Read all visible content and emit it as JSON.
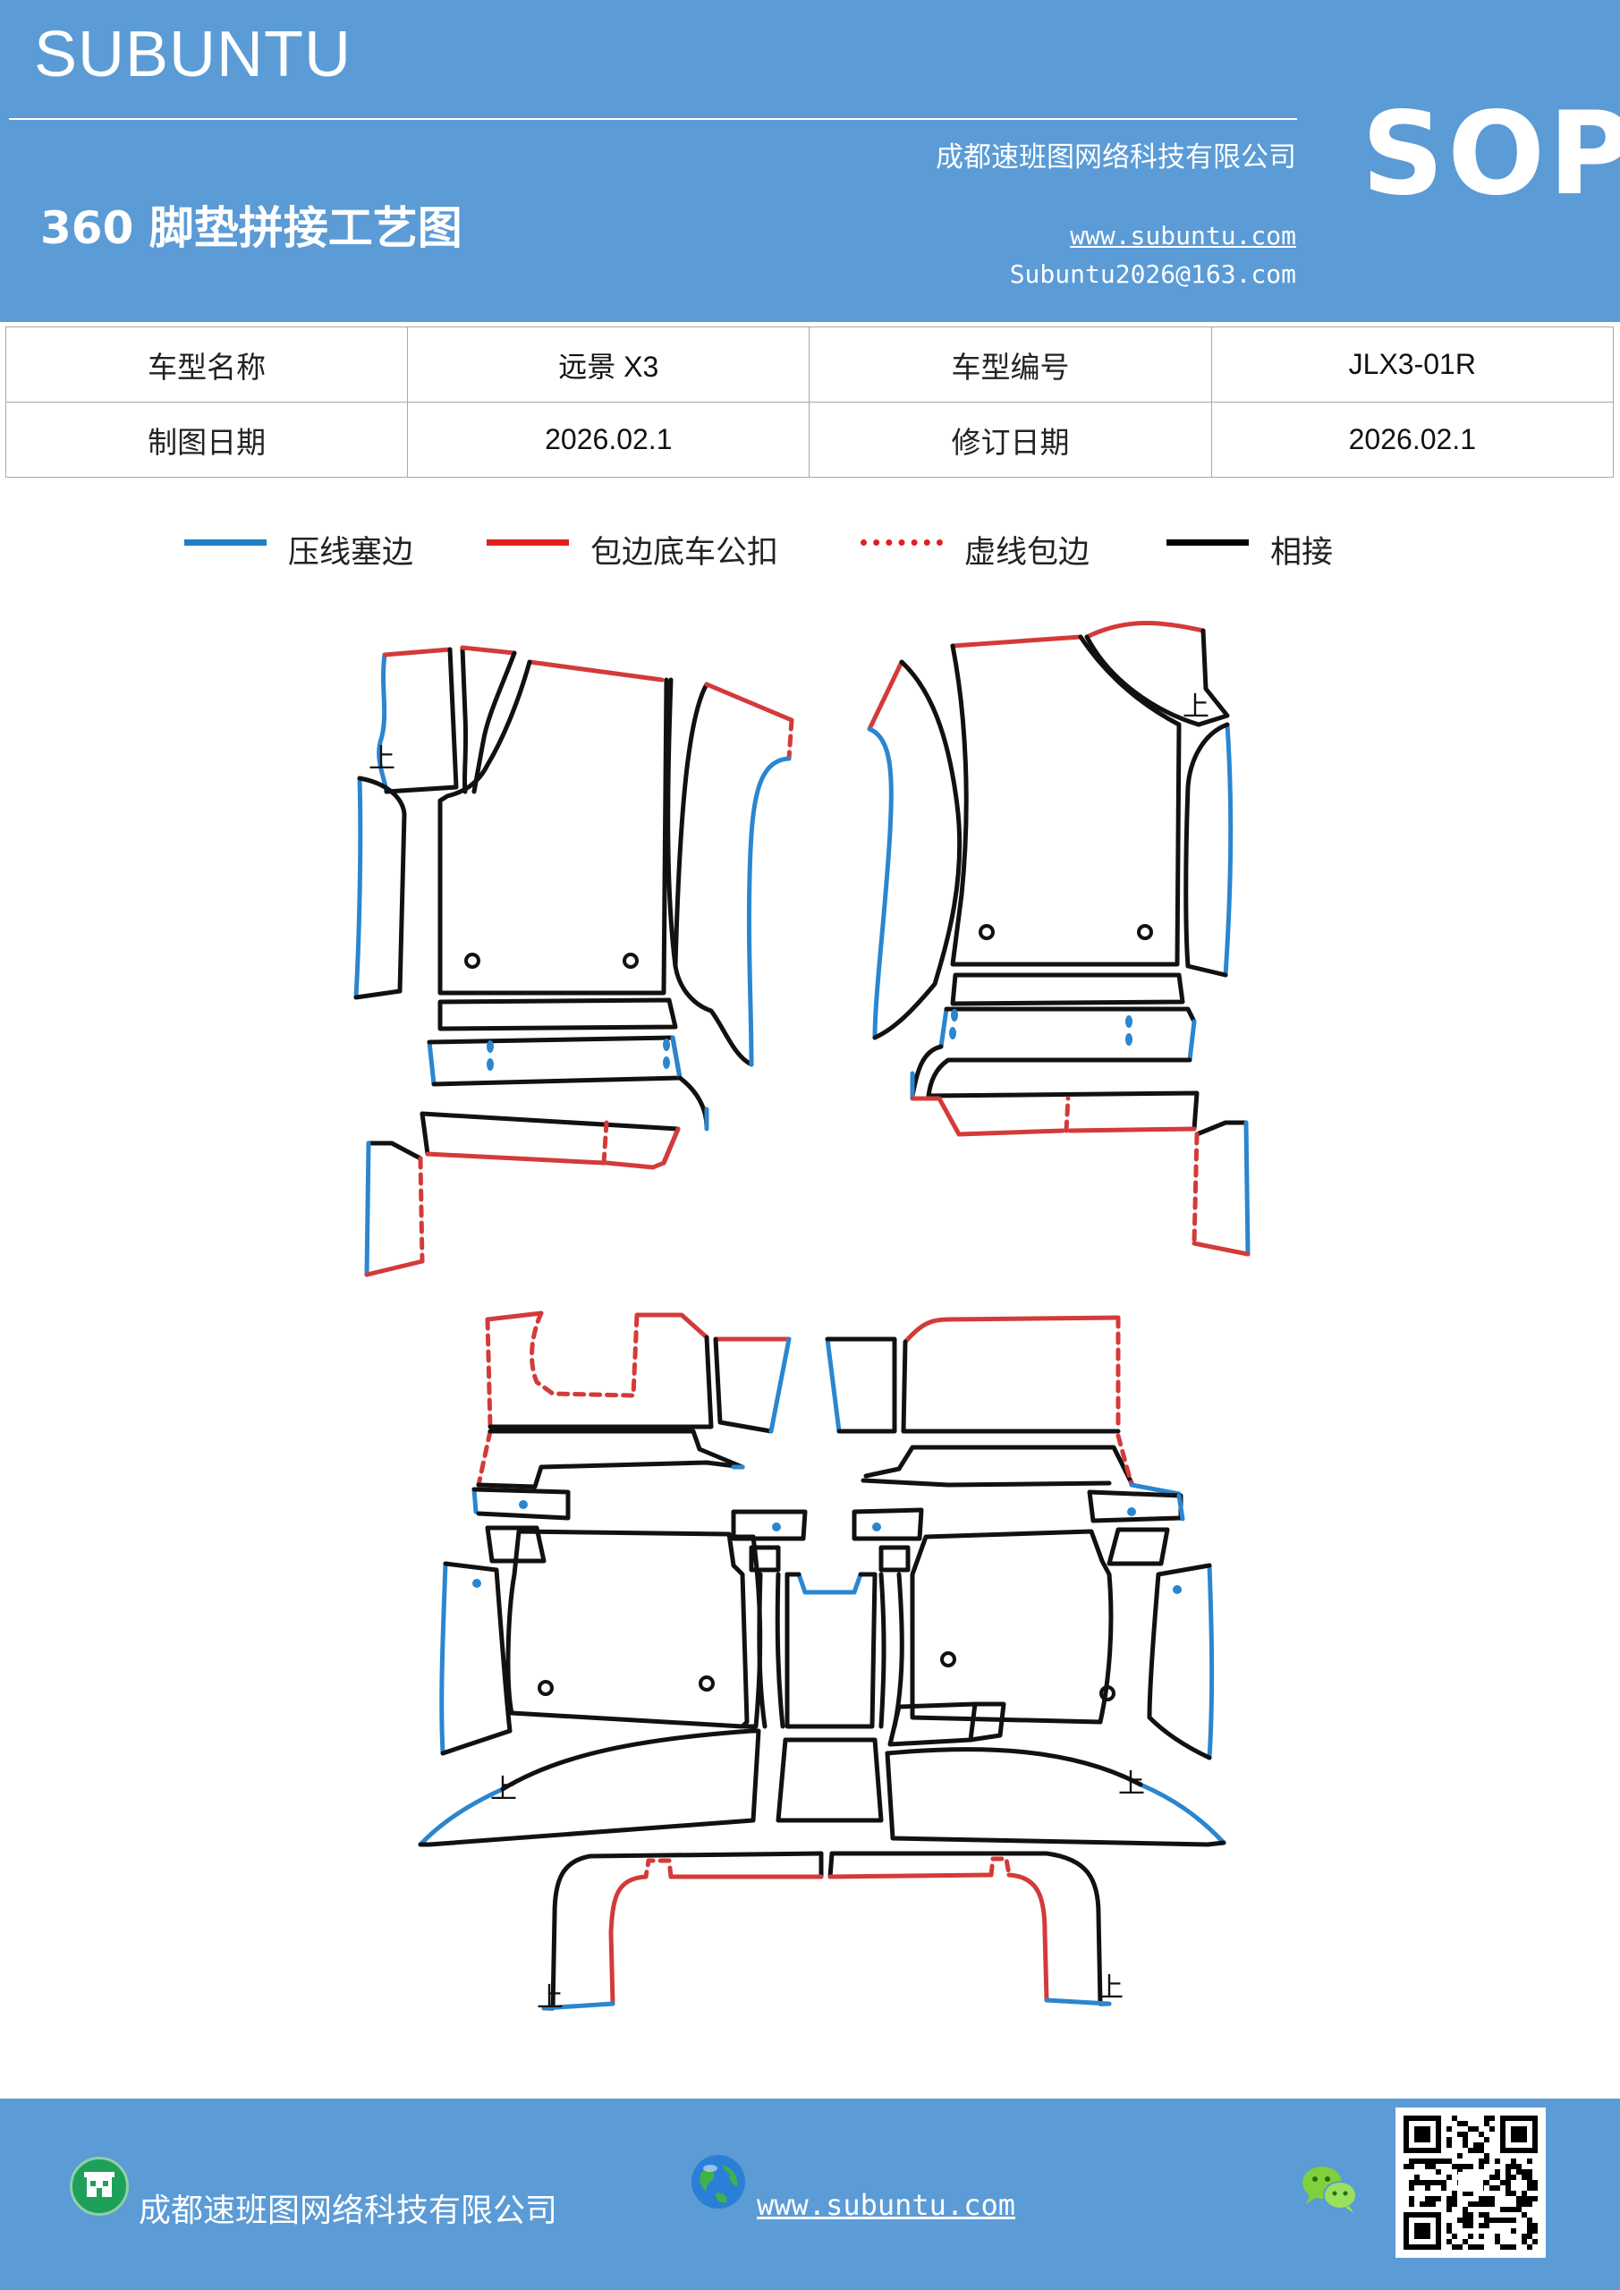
{
  "header": {
    "brand": "SUBUNTU",
    "company": "成都速班图网络科技有限公司",
    "title": "360 脚垫拼接工艺图",
    "website": "www.subuntu.com",
    "email": "Subuntu2026@163.com",
    "badge": "SOP"
  },
  "info_table": {
    "rows": [
      [
        "车型名称",
        "远景 X3",
        "车型编号",
        "JLX3-01R"
      ],
      [
        "制图日期",
        "2026.02.1",
        "修订日期",
        "2026.02.1"
      ]
    ]
  },
  "legend": [
    {
      "label": "压线塞边",
      "color": "#1f7fc8",
      "style": "solid"
    },
    {
      "label": "包边底车公扣",
      "color": "#e02020",
      "style": "solid"
    },
    {
      "label": "虚线包边",
      "color": "#e02020",
      "style": "dashed"
    },
    {
      "label": "相接",
      "color": "#000000",
      "style": "solid"
    }
  ],
  "diagram": {
    "up_mark": "上",
    "colors": {
      "press": "#2a86d0",
      "wrap": "#d43a3a",
      "join": "#111111"
    }
  },
  "footer": {
    "company": "成都速班图网络科技有限公司",
    "website": "www.subuntu.com",
    "company_icon": "building-icon",
    "web_icon": "globe-icon",
    "wechat_icon": "wechat-icon",
    "qr_icon": "qr-code-icon"
  }
}
